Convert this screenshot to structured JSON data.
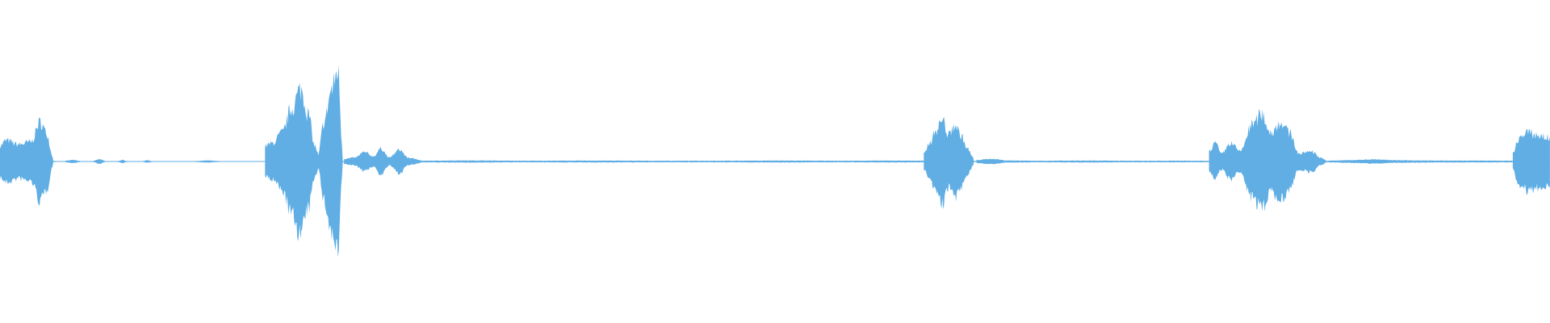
{
  "waveform": {
    "color": "#60aee4",
    "background": "#ffffff",
    "duration_units": 1000,
    "baseline_amplitude": 0.004,
    "bursts": [
      {
        "start": 0,
        "end": 36,
        "peaks": [
          [
            0,
            0.12
          ],
          [
            4,
            0.16
          ],
          [
            12,
            0.13
          ],
          [
            20,
            0.15
          ],
          [
            26,
            0.3
          ],
          [
            30,
            0.22
          ],
          [
            34,
            0.04
          ]
        ]
      },
      {
        "start": 42,
        "end": 52,
        "peaks": [
          [
            42,
            0.005
          ],
          [
            47,
            0.012
          ],
          [
            52,
            0.004
          ]
        ]
      },
      {
        "start": 60,
        "end": 68,
        "peaks": [
          [
            60,
            0.004
          ],
          [
            64,
            0.018
          ],
          [
            68,
            0.004
          ]
        ]
      },
      {
        "start": 76,
        "end": 82,
        "peaks": [
          [
            76,
            0.003
          ],
          [
            79,
            0.012
          ],
          [
            82,
            0.003
          ]
        ]
      },
      {
        "start": 92,
        "end": 98,
        "peaks": [
          [
            92,
            0.003
          ],
          [
            95,
            0.01
          ],
          [
            98,
            0.003
          ]
        ]
      },
      {
        "start": 126,
        "end": 142,
        "peaks": [
          [
            126,
            0.003
          ],
          [
            134,
            0.008
          ],
          [
            142,
            0.003
          ]
        ]
      },
      {
        "start": 171,
        "end": 206,
        "peaks": [
          [
            171,
            0.12
          ],
          [
            176,
            0.14
          ],
          [
            182,
            0.22
          ],
          [
            188,
            0.4
          ],
          [
            194,
            0.55
          ],
          [
            199,
            0.36
          ],
          [
            203,
            0.12
          ],
          [
            206,
            0.04
          ]
        ]
      },
      {
        "start": 205,
        "end": 222,
        "peaks": [
          [
            205,
            0.04
          ],
          [
            209,
            0.3
          ],
          [
            214,
            0.55
          ],
          [
            218,
            0.7
          ],
          [
            221,
            0.1
          ]
        ]
      },
      {
        "start": 222,
        "end": 272,
        "peaks": [
          [
            222,
            0.02
          ],
          [
            229,
            0.03
          ],
          [
            235,
            0.07
          ],
          [
            241,
            0.04
          ],
          [
            246,
            0.1
          ],
          [
            251,
            0.03
          ],
          [
            258,
            0.09
          ],
          [
            263,
            0.03
          ],
          [
            268,
            0.02
          ],
          [
            272,
            0.008
          ]
        ]
      },
      {
        "start": 272,
        "end": 596,
        "peaks": [
          [
            272,
            0.006
          ],
          [
            300,
            0.008
          ],
          [
            340,
            0.006
          ],
          [
            380,
            0.007
          ],
          [
            420,
            0.006
          ],
          [
            460,
            0.006
          ],
          [
            500,
            0.007
          ],
          [
            540,
            0.006
          ],
          [
            580,
            0.007
          ],
          [
            596,
            0.006
          ]
        ]
      },
      {
        "start": 596,
        "end": 630,
        "peaks": [
          [
            596,
            0.06
          ],
          [
            600,
            0.15
          ],
          [
            604,
            0.24
          ],
          [
            608,
            0.32
          ],
          [
            612,
            0.2
          ],
          [
            616,
            0.28
          ],
          [
            620,
            0.2
          ],
          [
            624,
            0.1
          ],
          [
            628,
            0.03
          ]
        ]
      },
      {
        "start": 630,
        "end": 780,
        "peaks": [
          [
            630,
            0.012
          ],
          [
            640,
            0.02
          ],
          [
            650,
            0.008
          ],
          [
            670,
            0.006
          ],
          [
            700,
            0.007
          ],
          [
            730,
            0.006
          ],
          [
            760,
            0.006
          ],
          [
            780,
            0.005
          ]
        ]
      },
      {
        "start": 780,
        "end": 856,
        "peaks": [
          [
            780,
            0.08
          ],
          [
            784,
            0.14
          ],
          [
            788,
            0.06
          ],
          [
            794,
            0.14
          ],
          [
            800,
            0.08
          ],
          [
            808,
            0.28
          ],
          [
            814,
            0.36
          ],
          [
            820,
            0.22
          ],
          [
            826,
            0.3
          ],
          [
            832,
            0.22
          ],
          [
            838,
            0.06
          ],
          [
            846,
            0.08
          ],
          [
            852,
            0.03
          ],
          [
            856,
            0.008
          ]
        ]
      },
      {
        "start": 856,
        "end": 976,
        "peaks": [
          [
            856,
            0.006
          ],
          [
            870,
            0.01
          ],
          [
            886,
            0.016
          ],
          [
            900,
            0.01
          ],
          [
            916,
            0.008
          ],
          [
            936,
            0.007
          ],
          [
            956,
            0.007
          ],
          [
            976,
            0.006
          ]
        ]
      },
      {
        "start": 976,
        "end": 1000,
        "peaks": [
          [
            976,
            0.06
          ],
          [
            980,
            0.18
          ],
          [
            986,
            0.22
          ],
          [
            992,
            0.2
          ],
          [
            1000,
            0.18
          ]
        ]
      }
    ]
  }
}
